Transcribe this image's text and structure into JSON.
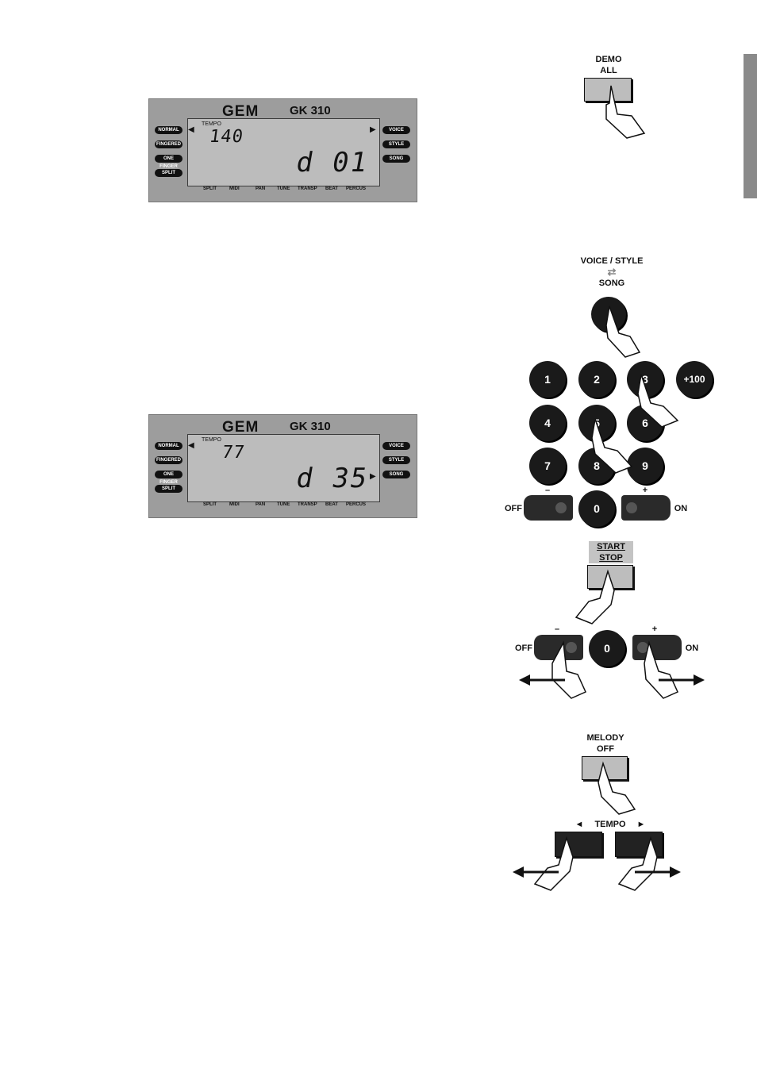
{
  "lcd1": {
    "brand": "GEM",
    "model": "GK 310",
    "tempo_label": "TEMPO",
    "tempo": "140",
    "code": "d 01",
    "left": [
      "NORMAL",
      "FINGERED",
      "ONE FINGER",
      "SPLIT"
    ],
    "right": [
      "VOICE",
      "STYLE",
      "SONG"
    ],
    "bottom": [
      "SPLIT",
      "MIDI",
      "PAN",
      "TUNE",
      "TRANSP",
      "BEAT",
      "PERCUS"
    ]
  },
  "lcd2": {
    "brand": "GEM",
    "model": "GK 310",
    "tempo_label": "TEMPO",
    "tempo": "77",
    "code": "d 35",
    "left": [
      "NORMAL",
      "FINGERED",
      "ONE FINGER",
      "SPLIT"
    ],
    "right": [
      "VOICE",
      "STYLE",
      "SONG"
    ],
    "bottom": [
      "SPLIT",
      "MIDI",
      "PAN",
      "TUNE",
      "TRANSP",
      "BEAT",
      "PERCUS"
    ]
  },
  "demo": {
    "line1": "DEMO",
    "line2": "ALL"
  },
  "voice": {
    "line1": "VOICE / STYLE",
    "line2": "SONG"
  },
  "keypad": {
    "keys": [
      "1",
      "2",
      "3",
      "+100",
      "4",
      "5",
      "6",
      "7",
      "8",
      "9"
    ],
    "zero": "0",
    "off": "OFF",
    "on": "ON",
    "minus": "–",
    "plus": "+"
  },
  "start": {
    "line1": "START",
    "line2": "STOP"
  },
  "pads2": {
    "zero": "0",
    "off": "OFF",
    "on": "ON",
    "minus": "–",
    "plus": "+"
  },
  "melody": {
    "line1": "MELODY",
    "line2": "OFF"
  },
  "tempo": {
    "label": "TEMPO",
    "left": "◄",
    "right": "►"
  }
}
